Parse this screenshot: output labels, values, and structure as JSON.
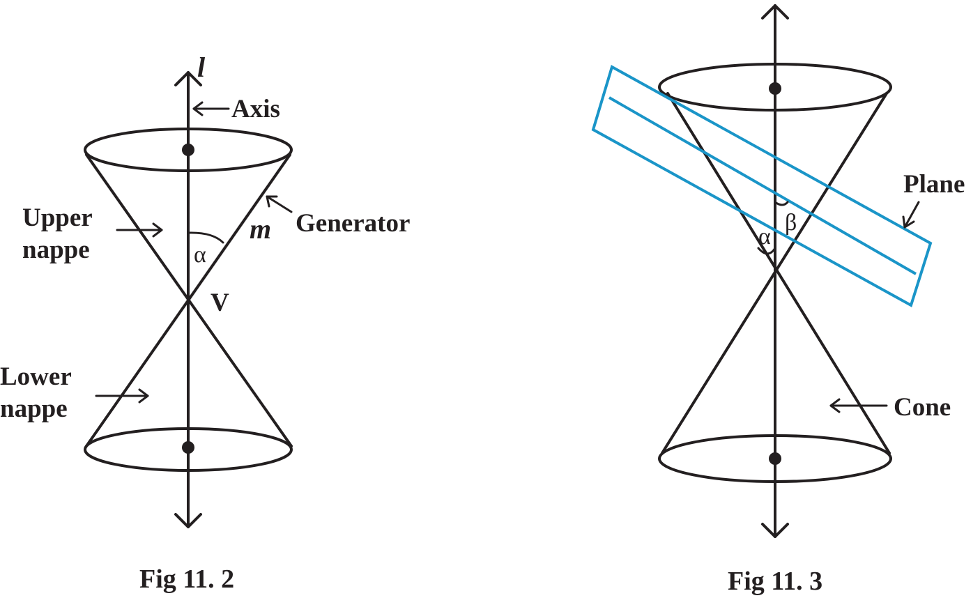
{
  "fig1": {
    "axis_letter": "l",
    "axis_label": "Axis",
    "generator_label": "Generator",
    "generator_letter": "m",
    "upper_nappe_line1": "Upper",
    "upper_nappe_line2": "nappe",
    "lower_nappe_line1": "Lower",
    "lower_nappe_line2": "nappe",
    "angle_label": "α",
    "vertex_label": "V",
    "caption": "Fig 11. 2"
  },
  "fig2": {
    "plane_label": "Plane",
    "cone_label": "Cone",
    "alpha_label": "α",
    "beta_label": "β",
    "caption": "Fig 11. 3"
  },
  "colors": {
    "line": "#231f20",
    "plane": "#1a95c8"
  }
}
